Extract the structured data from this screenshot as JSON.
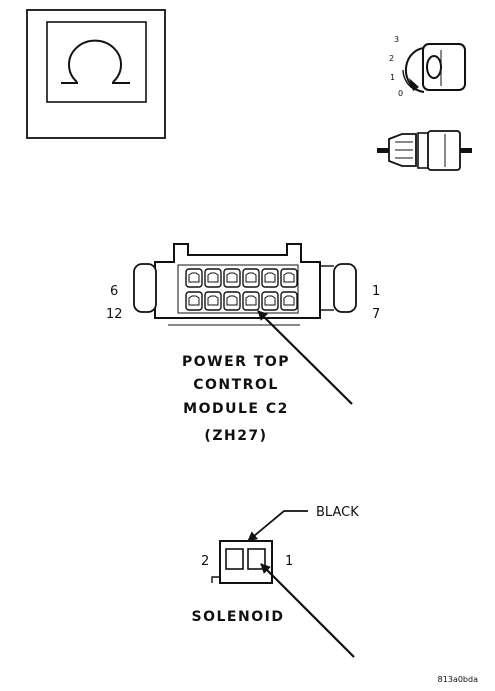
{
  "ohm_symbol": "Ω",
  "ignition": {
    "positions": [
      "3",
      "2",
      "1",
      "0"
    ]
  },
  "connector_c2": {
    "pin_top_left": "6",
    "pin_bottom_left": "12",
    "pin_top_right": "1",
    "pin_bottom_right": "7",
    "label_lines": [
      "POWER TOP",
      "CONTROL",
      "MODULE C2",
      "(ZH27)"
    ]
  },
  "solenoid": {
    "wire_color_label": "BLACK",
    "pin_left": "2",
    "pin_right": "1",
    "label": "SOLENOID"
  },
  "figure_id": "813a0bda"
}
